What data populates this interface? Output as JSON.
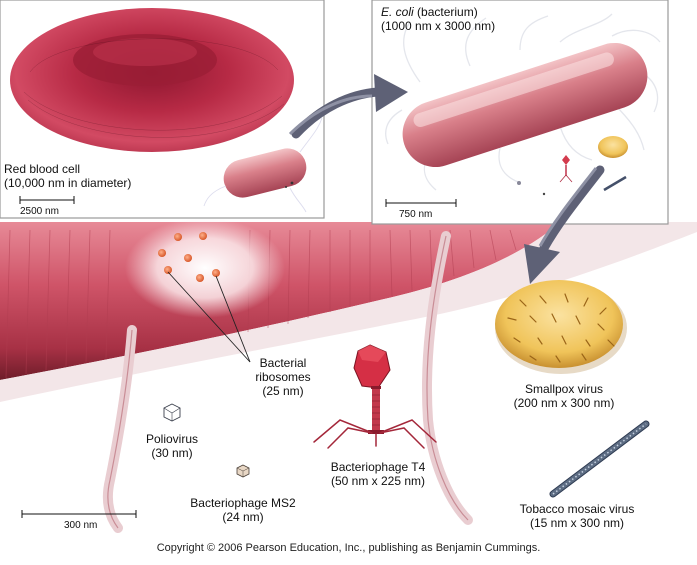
{
  "panels": {
    "rbc": {
      "title": "Red blood cell",
      "size": "(10,000 nm in diameter)",
      "scale": "2500 nm"
    },
    "ecoli": {
      "title_italic": "E. coli",
      "title_rest": " (bacterium)",
      "size": "(1000 nm x 3000 nm)",
      "scale": "750 nm"
    }
  },
  "labels": {
    "ribosomes": {
      "name_line1": "Bacterial",
      "name_line2": "ribosomes",
      "size": "(25 nm)"
    },
    "smallpox": {
      "name": "Smallpox virus",
      "size": "(200 nm x 300 nm)"
    },
    "polio": {
      "name": "Poliovirus",
      "size": "(30 nm)"
    },
    "t4": {
      "name": "Bacteriophage T4",
      "size": "(50 nm x 225 nm)"
    },
    "ms2": {
      "name": "Bacteriophage MS2",
      "size": "(24 nm)"
    },
    "tmv": {
      "name": "Tobacco mosaic virus",
      "size": "(15 nm x 300 nm)"
    }
  },
  "main_scale": "300 nm",
  "copyright": "Copyright © 2006 Pearson Education, Inc., publishing as Benjamin Cummings.",
  "colors": {
    "rbc_red": "#c8344f",
    "bacterium_pink": "#d8868d",
    "ribosome_orange": "#e8733a",
    "smallpox_yellow": "#f0c860",
    "arrow_slate": "#5e6176"
  }
}
